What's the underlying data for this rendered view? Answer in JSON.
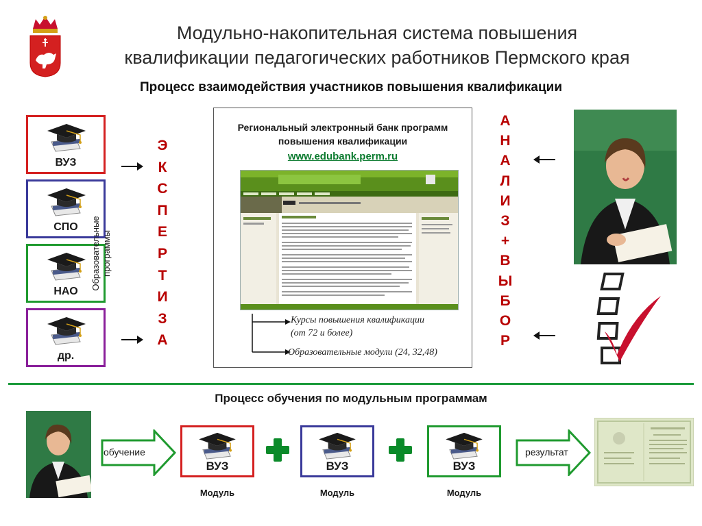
{
  "header": {
    "title_line1": "Модульно-накопительная система повышения",
    "title_line2": "квалификации педагогических работников Пермского края",
    "subtitle": "Процесс взаимодействия участников повышения квалификации"
  },
  "institutions": [
    {
      "label": "ВУЗ",
      "color": "#d42020"
    },
    {
      "label": "СПО",
      "color": "#3a3a9a"
    },
    {
      "label": "НАО",
      "color": "#1f9a2f"
    },
    {
      "label": "др.",
      "color": "#8a1f9a"
    }
  ],
  "programs_label": "Образовательные программы",
  "expertise_letters": [
    "Э",
    "К",
    "С",
    "П",
    "Е",
    "Р",
    "Т",
    "И",
    "З",
    "А"
  ],
  "analysis_letters": [
    "А",
    "Н",
    "А",
    "Л",
    "И",
    "З",
    "+",
    "В",
    "Ы",
    "Б",
    "О",
    "Р"
  ],
  "bank": {
    "title_line1": "Региональный электронный банк программ",
    "title_line2": "повышения квалификации",
    "url": "www.edubank.perm.ru",
    "courses_line1": "Курсы повышения квалификации",
    "courses_line2": "(от 72 и более)",
    "modules_note": "Образовательные модули (24, 32,48)"
  },
  "process2": {
    "title": "Процесс обучения по модульным программам",
    "training_label": "обучение",
    "result_label": "результат",
    "modules": [
      {
        "label": "ВУЗ",
        "caption": "Модуль",
        "color": "#d42020"
      },
      {
        "label": "ВУЗ",
        "caption": "Модуль",
        "color": "#3a3a9a"
      },
      {
        "label": "ВУЗ",
        "caption": "Модуль",
        "color": "#1f9a2f"
      }
    ]
  },
  "colors": {
    "accent_green": "#1a9a3a",
    "letters_red": "#b80000",
    "url_green": "#0a7a2e"
  }
}
